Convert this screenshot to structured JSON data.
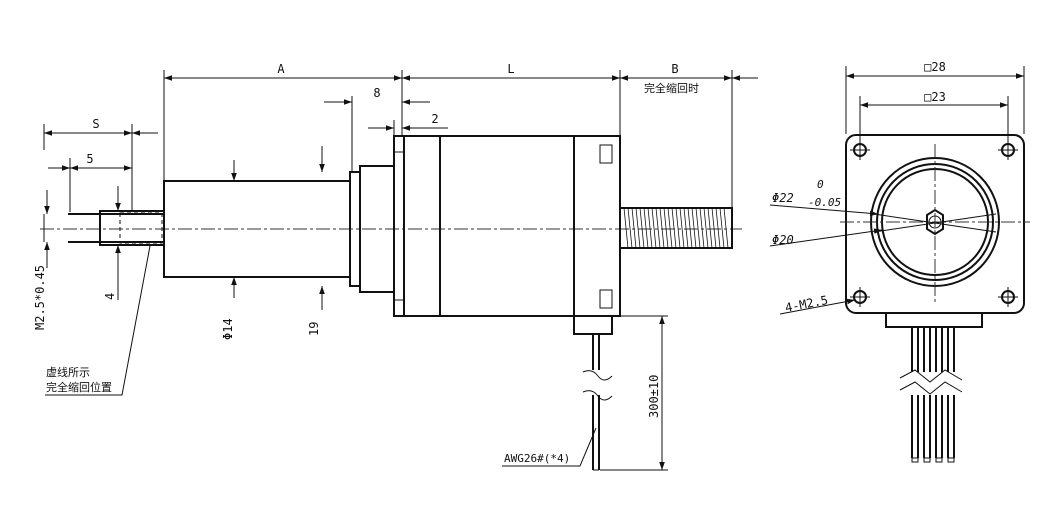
{
  "dimensions": {
    "a": "A",
    "l": "L",
    "b": "B",
    "d8": "8",
    "d2": "2",
    "s": "S",
    "d5": "5",
    "d4": "4",
    "thread": "M2.5*0.45",
    "dia14": "Φ14",
    "d19": "19",
    "lead_length": "300±10",
    "sq28": "□28",
    "sq23": "□23",
    "dia22": "Φ22",
    "tol_upper": "0",
    "tol_lower": "-0.05",
    "dia20": "Φ20",
    "holes": "4-M2.5"
  },
  "notes": {
    "full_retract": "完全缩回时",
    "dashed_shown": "虚线所示",
    "retract_position": "完全缩回位置",
    "wire_spec": "AWG26#(*4)"
  }
}
